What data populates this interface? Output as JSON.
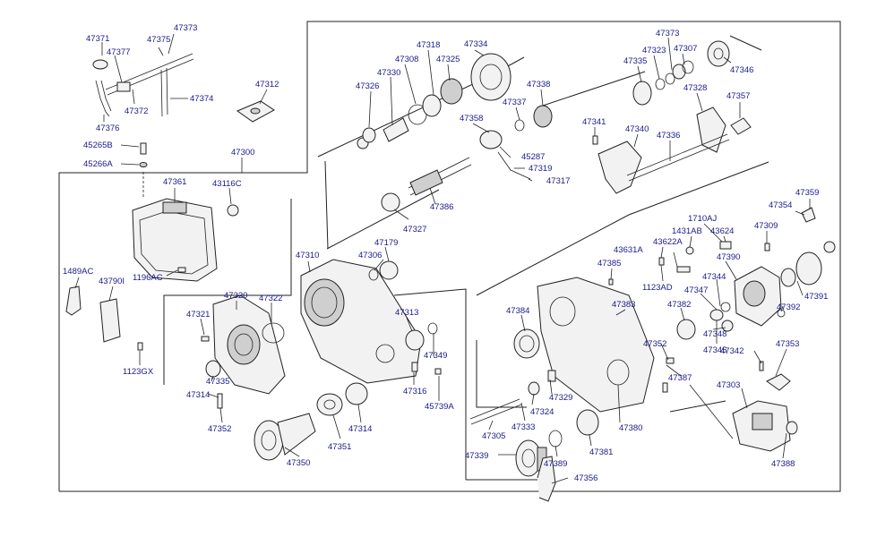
{
  "diagram_title": "",
  "labels": {
    "l47371": "47371",
    "l47377": "47377",
    "l47375": "47375",
    "l47373a": "47373",
    "l47372": "47372",
    "l47374": "47374",
    "l47376": "47376",
    "l47312": "47312",
    "l45265b": "45265B",
    "l45266a": "45266A",
    "l47300": "47300",
    "l47361": "47361",
    "l43116c": "43116C",
    "l1196ac": "1196AC",
    "l1489ac": "1489AC",
    "l43790i": "43790I",
    "l1123gx": "1123GX",
    "l47310": "47310",
    "l47320": "47320",
    "l47322": "47322",
    "l47321": "47321",
    "l47335a": "47335",
    "l47314a": "47314",
    "l47352a": "47352",
    "l47350": "47350",
    "l47351": "47351",
    "l47314b": "47314",
    "l47306": "47306",
    "l47179": "47179",
    "l47313": "47313",
    "l47349": "47349",
    "l47316": "47316",
    "l45739a": "45739A",
    "l47318": "47318",
    "l47334": "47334",
    "l47308": "47308",
    "l47325": "47325",
    "l47330": "47330",
    "l47326": "47326",
    "l47337": "47337",
    "l47338": "47338",
    "l47358": "47358",
    "l45287": "45287",
    "l47319": "47319",
    "l47317": "47317",
    "l47386": "47386",
    "l47327": "47327",
    "l47373b": "47373",
    "l47323": "47323",
    "l47307": "47307",
    "l47335b": "47335",
    "l47346": "47346",
    "l47328": "47328",
    "l47357": "47357",
    "l47341": "47341",
    "l47340": "47340",
    "l47336": "47336",
    "l47359": "47359",
    "l47354": "47354",
    "l1710aj": "1710AJ",
    "l47309": "47309",
    "l1431ab": "1431AB",
    "l43624": "43624",
    "l43631a": "43631A",
    "l43622a": "43622A",
    "l47390": "47390",
    "l47385": "47385",
    "l1123ad": "1123AD",
    "l47344": "47344",
    "l47347": "47347",
    "l47391": "47391",
    "l47392": "47392",
    "l47384": "47384",
    "l47383": "47383",
    "l47382": "47382",
    "l47348": "47348",
    "l47352b": "47352",
    "l47345": "47345",
    "l47342": "47342",
    "l47353": "47353",
    "l47387": "47387",
    "l47303": "47303",
    "l47329": "47329",
    "l47324": "47324",
    "l47333": "47333",
    "l47380": "47380",
    "l47305": "47305",
    "l47339": "47339",
    "l47389": "47389",
    "l47381": "47381",
    "l47356": "47356",
    "l47388": "47388"
  }
}
